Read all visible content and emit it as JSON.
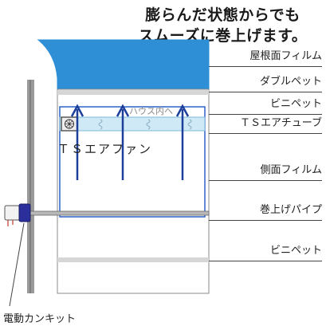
{
  "title": {
    "line1": "膨らんだ状態からでも",
    "line2": "スムーズに巻上げます。"
  },
  "labels": {
    "roof_film": "屋根面フィルム",
    "double_pet": "ダブルペット",
    "vinyl_pet_top": "ビニペット",
    "ts_air_tube": "ＴＳエアチューブ",
    "side_film": "側面フィルム",
    "rollup_pipe": "巻上げパイプ",
    "vinyl_pet_bottom": "ビニペット",
    "ts_air_fan": "ＴＳエアファン",
    "motor_kit": "電動カンキット"
  },
  "tube_text": "ハウス内へ",
  "colors": {
    "roof": "#2f8fd6",
    "side_border": "#2d63c9",
    "tube": "#cfe9f6",
    "arrow": "#1d3f9c",
    "band": "#d6d6d6",
    "motor": "#2a2f9c"
  }
}
